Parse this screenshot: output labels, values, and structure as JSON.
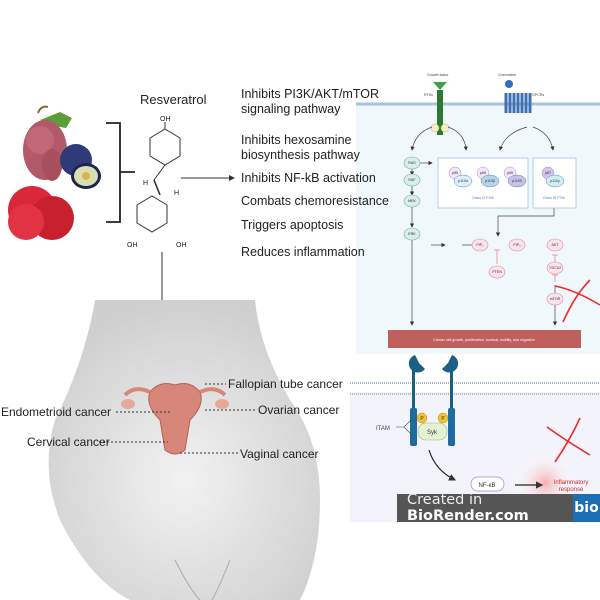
{
  "title": "Resveratrol",
  "molecule_labels": {
    "oh_top": "OH",
    "h1": "H",
    "h2": "H",
    "oh_left": "OH",
    "oh_right": "OH"
  },
  "effects": [
    {
      "line1": "Inhibits PI3K/AKT/mTOR",
      "line2": "signaling pathway"
    },
    {
      "line1": "Inhibits hexosamine",
      "line2": "biosynthesis pathway"
    },
    {
      "line1": "Inhibits NF-kB activation"
    },
    {
      "line1": "Combats chemoresistance"
    },
    {
      "line1": "Triggers apoptosis"
    },
    {
      "line1": "Reduces inflammation"
    }
  ],
  "cancers": {
    "fallopian": "Fallopian tube cancer",
    "endometrioid": "Endometrioid cancer",
    "ovarian": "Ovarian cancer",
    "cervical": "Cervical cancer",
    "vaginal": "Vaginal cancer"
  },
  "pathway": {
    "growth_factor": "Growth factor",
    "rtks": "RTKs",
    "chemokine": "Chemokine",
    "gpcrs": "GPCRs",
    "p": "P",
    "ras": "RAS",
    "raf": "RAF",
    "mek": "MEK",
    "erk": "ERK",
    "class1a": "Class IA PI3K",
    "class1b": "Class IB PI3K",
    "p85": "p85",
    "p110a": "p110α",
    "p110b": "p110β",
    "p110d": "p110δ",
    "p87": "p87",
    "p110g": "p110γ",
    "pip2": "PIP₂",
    "pip3": "PIP₃",
    "akt": "AKT",
    "pten": "PTEN",
    "tsc": "TSC1/2",
    "mtor": "mTOR",
    "outcome": "Cancer cell growth, proliferation, survival, motility, and migration"
  },
  "immune": {
    "itam": "ITAM",
    "syk": "Syk",
    "p": "P",
    "nfkb": "NF-κB",
    "inflammatory1": "Inflammatory",
    "inflammatory2": "response"
  },
  "banner": {
    "prefix": "Created in ",
    "brand": "BioRender.com",
    "logo": "bio"
  },
  "colors": {
    "inhibition_cross": "#ee2b2b",
    "outcome_bar": "#c0605e",
    "receptor": "#1b5e86",
    "banner": "#555555",
    "banner_logo": "#1d6fb5"
  }
}
